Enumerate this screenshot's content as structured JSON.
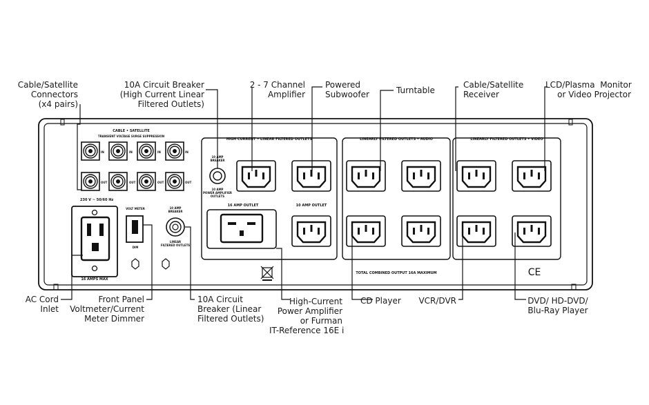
{
  "callouts": {
    "cable_satellite_connectors": "Cable/Satellite\nConnectors\n(x4 pairs)",
    "breaker_high_current": "10A Circuit Breaker\n(High Current Linear\nFiltered Outlets)",
    "amplifier": "2 - 7 Channel\nAmplifier",
    "subwoofer": "Powered\nSubwoofer",
    "turntable": "Turntable",
    "receiver": "Cable/Satellite\nReceiver",
    "monitor": "LCD/Plasma  Monitor\nor Video Projector",
    "ac_cord": "AC Cord\nInlet",
    "front_panel": "Front Panel\nVoltmeter/Current\nMeter Dimmer",
    "breaker_linear": "10A Circuit\nBreaker (Linear\nFiltered Outlets)",
    "power_amp": "High-Current\nPower Amplifier\nor Furman\nIT-Reference 16E i",
    "cd_player": "CD Player",
    "vcr": "VCR/DVR",
    "dvd": "DVD/ HD-DVD/\nBlu-Ray Player"
  },
  "panel": {
    "cable_title": "CABLE • SATELLITE",
    "cable_subtitle": "TRANSIENT VOLTAGE SURGE SUPPRESSION",
    "in_label": "IN",
    "out_label": "OUT",
    "voltage": "230 V ~  50/60 Hz",
    "amps_max": "16 AMPS MAX",
    "volt_meter": "VOLT METER",
    "dim": "DIM",
    "breaker_left_top": "10 AMP\nBREAKER",
    "breaker_left_bottom": "LINEAR\nFILTERED OUTLETS",
    "breaker_mid_top": "10 AMP\nBREAKER",
    "breaker_mid_bottom": "10 AMP\nPOWER AMPLIFIER\nOUTLETS",
    "hc_section": "HIGH CURRENT • LINEAR FILTERED OUTLETS",
    "audio_section": "LINEARLY FILTERED OUTLETS • AUDIO",
    "video_section": "LINEARLY FILTERED OUTLETS • VIDEO",
    "outlet_16a": "16 AMP OUTLET",
    "outlet_10a": "10 AMP OUTLET",
    "total_output": "TOTAL COMBINED OUTPUT 16A MAXIMUM",
    "ce_mark": "CE"
  }
}
